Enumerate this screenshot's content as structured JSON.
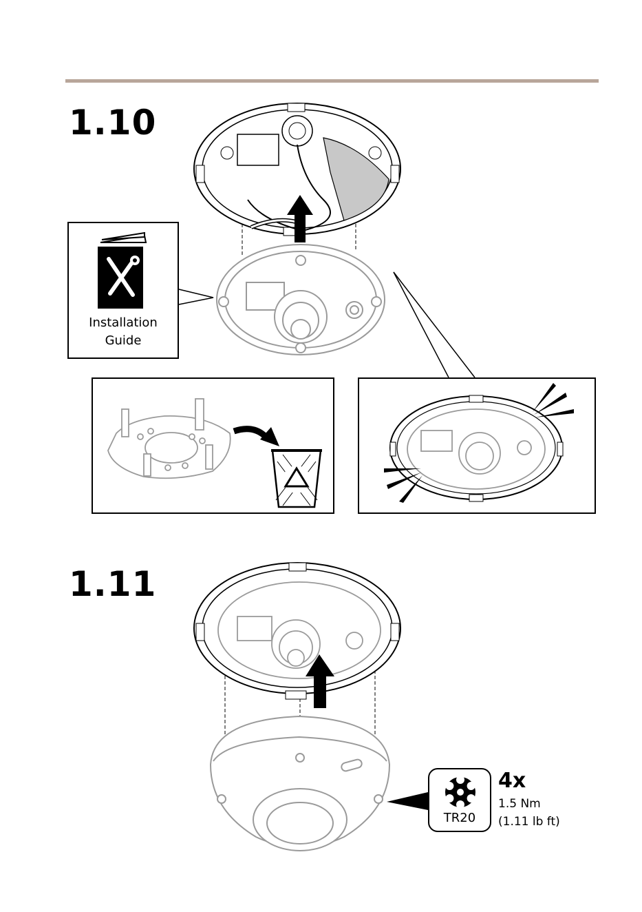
{
  "step_a": {
    "number": "1.10"
  },
  "guide": {
    "line1": "Installation",
    "line2": "Guide",
    "icon": "manual-tools-icon"
  },
  "trash": {
    "icon": "recycle-bin-icon"
  },
  "step_b": {
    "number": "1.11"
  },
  "torque": {
    "count": "4x",
    "value": "1.5 Nm",
    "imperial": "(1.11 lb ft)",
    "bit": "TR20",
    "icon": "torx-bit-icon"
  },
  "colors": {
    "rule": "#b8a69a",
    "lines": "#000000",
    "gray_parts": "#9a9a9a"
  }
}
